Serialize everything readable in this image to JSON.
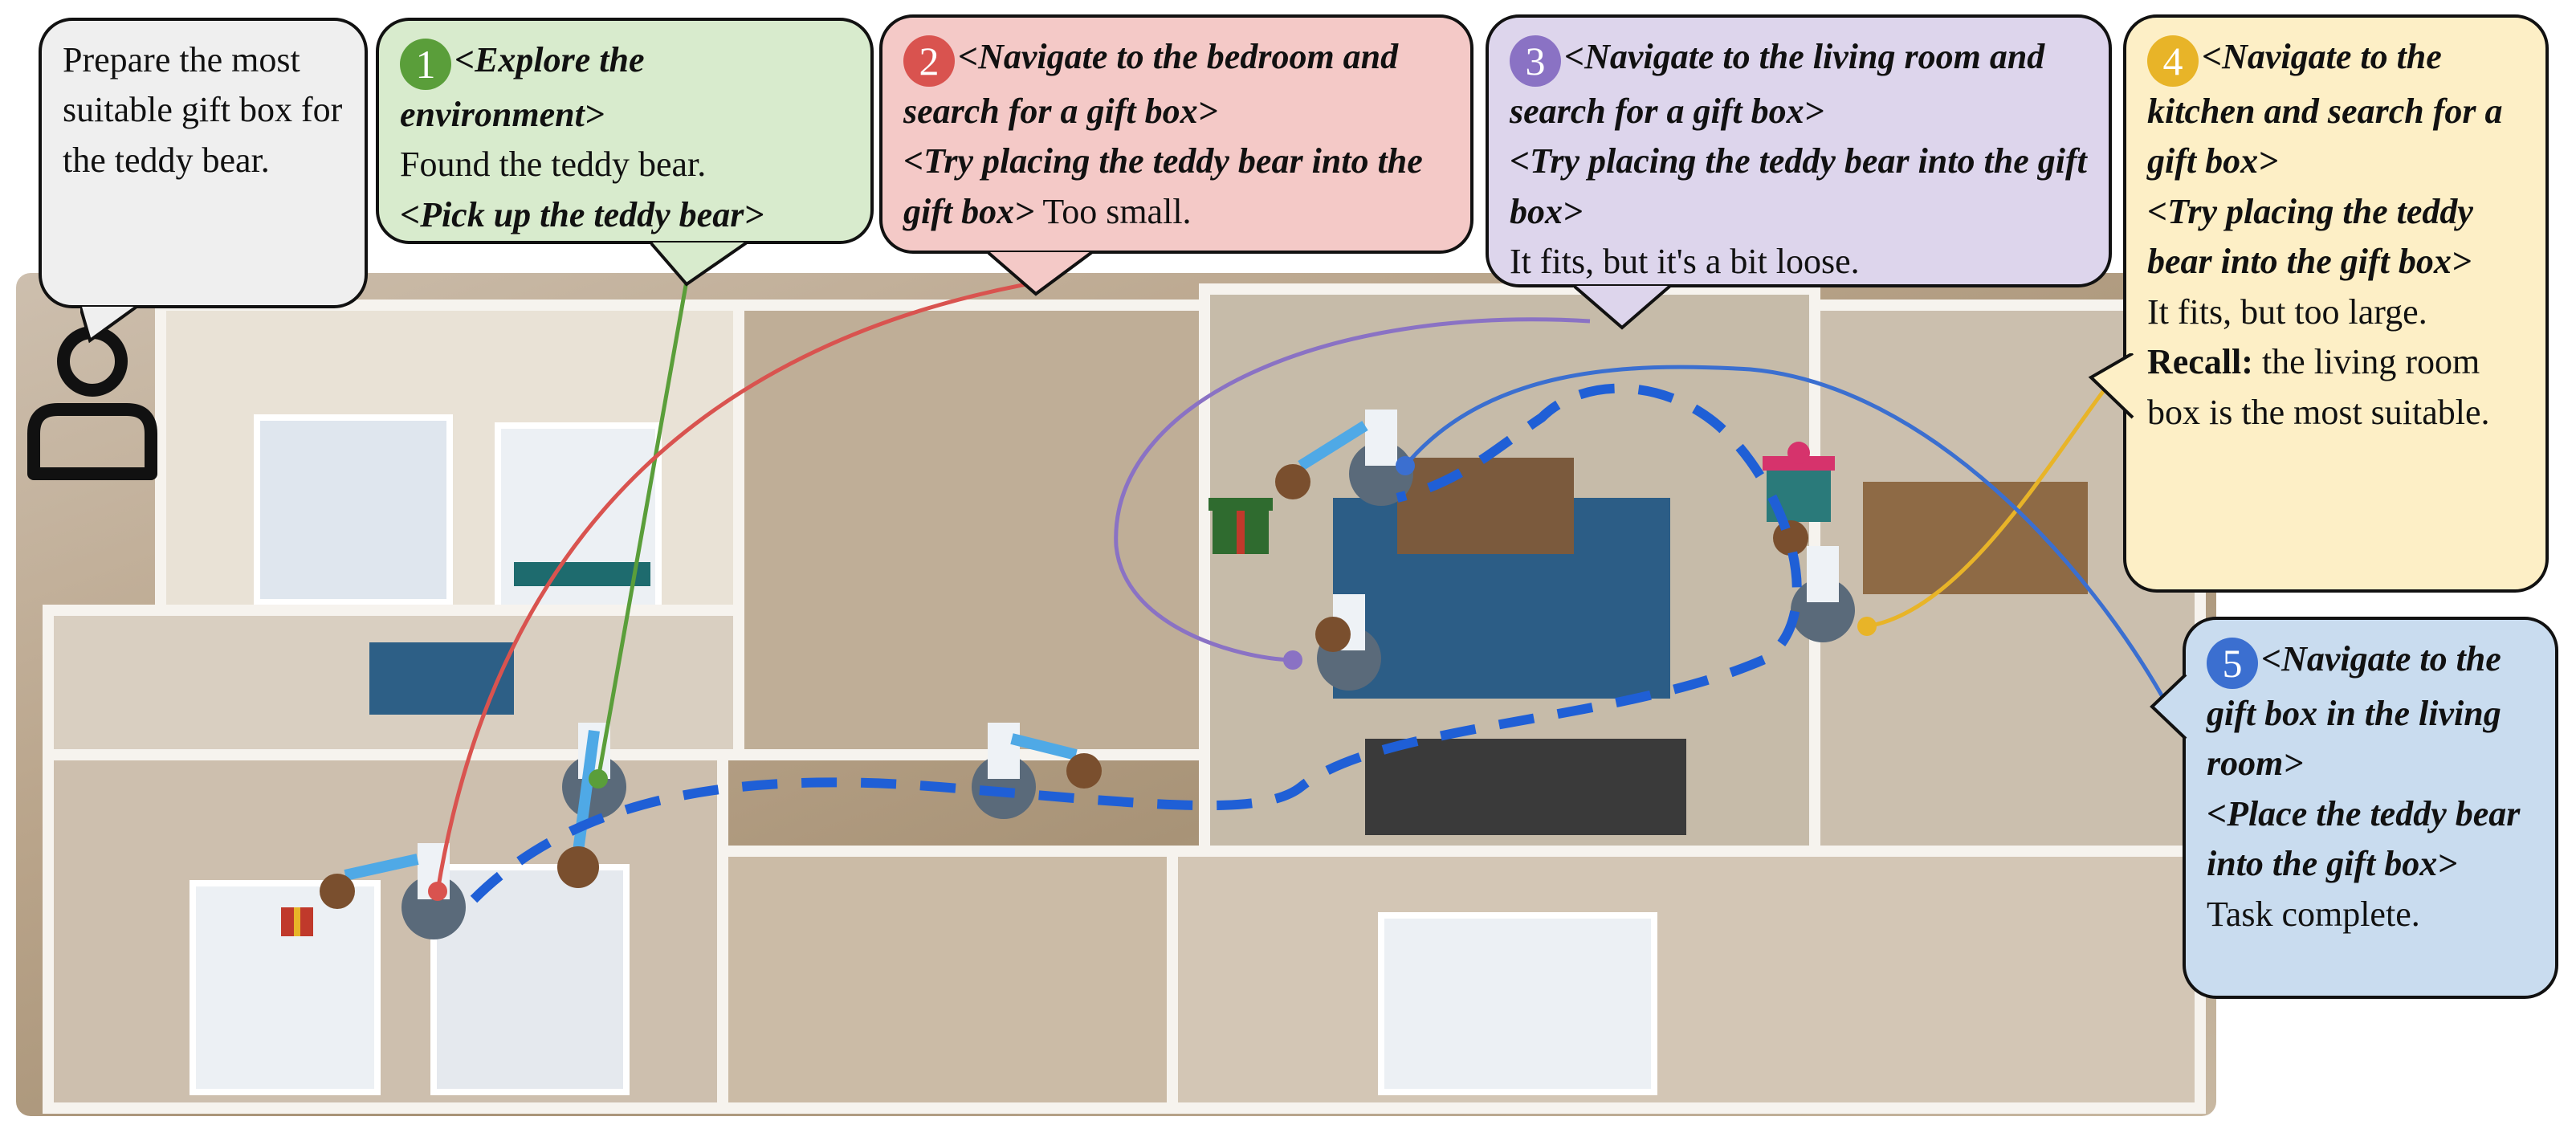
{
  "user_instruction": "Prepare the most suitable gift box for the teddy bear.",
  "steps": [
    {
      "number": "1",
      "color": "#5a9e3a",
      "fill": "#d8ebcd",
      "action1": "<Explore the environment>",
      "result1": "Found the teddy bear.",
      "action2": "<Pick up the teddy bear>",
      "result2": ""
    },
    {
      "number": "2",
      "color": "#d9534f",
      "fill": "#f4c9c7",
      "action1": "<Navigate to the bedroom and search for a gift box>",
      "action2": "<Try placing the teddy bear into the gift box>",
      "result2": "Too small."
    },
    {
      "number": "3",
      "color": "#8a72c4",
      "fill": "#ddd5ec",
      "action1": "<Navigate to the living room and search for a gift box>",
      "action2": "<Try placing the teddy bear into the gift box>",
      "result2": "It fits, but it's a bit loose."
    },
    {
      "number": "4",
      "color": "#e8b428",
      "fill": "#fdefc6",
      "action1": "<Navigate to the kitchen and search for a gift box>",
      "action2": "<Try placing the teddy bear into the gift box>",
      "result2": "It fits, but too large.",
      "recall_label": "Recall:",
      "recall_text": "the living room box is the most suitable."
    },
    {
      "number": "5",
      "color": "#3b6fd0",
      "fill": "#c9dcef",
      "action1": "<Navigate to the gift box in the living room>",
      "action2": "<Place the teddy bear into the gift box>",
      "result2": "Task complete."
    }
  ],
  "colors": {
    "route": "#1f5fd6",
    "bubble_border": "#111111",
    "user_bubble_fill": "#efefef"
  },
  "icons": [
    "user-icon",
    "robot-icon",
    "teddy-bear-icon",
    "gift-box-icon"
  ]
}
